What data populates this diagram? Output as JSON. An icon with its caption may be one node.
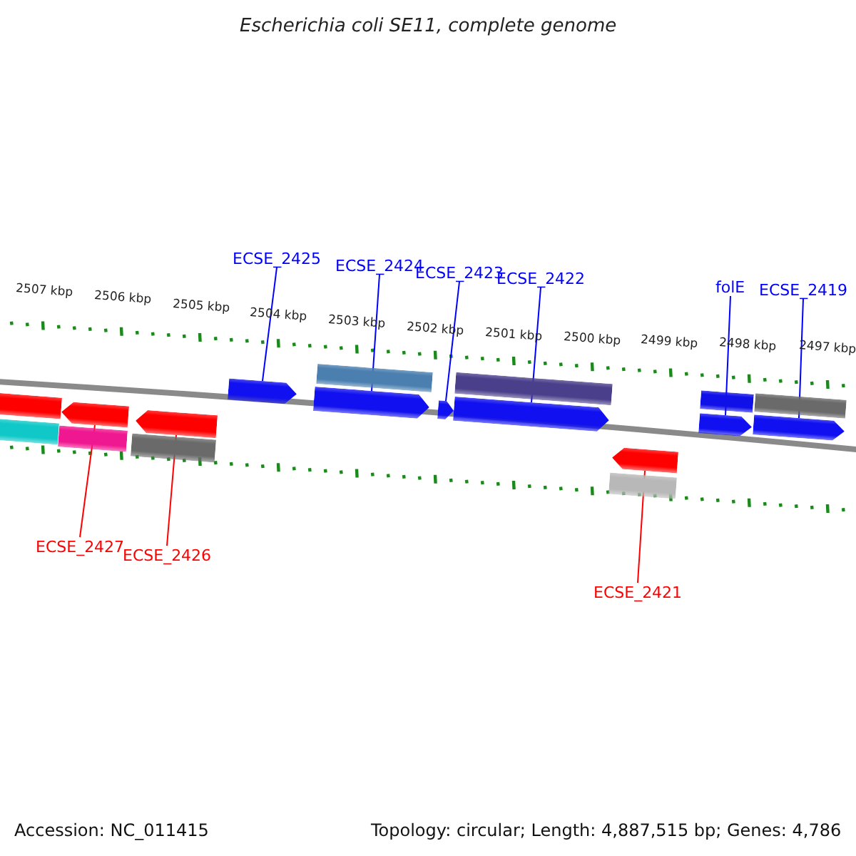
{
  "diagram": {
    "title": "Escherichia coli SE11, complete genome",
    "nodes": [
      {
        "text": [
          "ECSE_2425"
        ]
      },
      {
        "text": [
          "ECSE_2424"
        ]
      },
      {
        "text": [
          "ECSE_2423"
        ]
      },
      {
        "text": [
          "ECSE_2422"
        ]
      },
      {
        "text": [
          "folE"
        ]
      },
      {
        "text": [
          "ECSE_2419"
        ]
      },
      {
        "text": [
          "ECSE_2427"
        ]
      },
      {
        "text": [
          "ECSE_2426"
        ]
      },
      {
        "text": [
          "ECSE_2421"
        ]
      },
      {
        "text": [],
        "shape": "bar"
      },
      {
        "text": [],
        "shape": "bar"
      },
      {
        "text": [],
        "shape": "bar"
      },
      {
        "text": [],
        "shape": "arrow"
      },
      {
        "text": [],
        "shape": "bar"
      },
      {
        "text": [],
        "shape": "arrow"
      },
      {
        "text": [],
        "shape": "arrow"
      },
      {
        "text": [],
        "shape": "arrow"
      },
      {
        "text": [],
        "shape": "bar"
      },
      {
        "text": [],
        "shape": "arrow"
      },
      {
        "text": [],
        "shape": "arrow"
      },
      {
        "text": [],
        "shape": "bar"
      },
      {
        "text": [],
        "shape": "bar"
      },
      {
        "text": [],
        "shape": "arrow"
      },
      {
        "text": [],
        "shape": "arrow"
      },
      {
        "text": [],
        "shape": "bar"
      },
      {
        "text": [],
        "shape": "arrow"
      },
      {
        "text": [],
        "shape": "bar"
      }
    ],
    "edges": [
      {
        "from": 0,
        "to": 15,
        "arrow": "none"
      },
      {
        "from": 1,
        "to": 16,
        "arrow": "none"
      },
      {
        "from": 2,
        "to": 18,
        "arrow": "none"
      },
      {
        "from": 3,
        "to": 19,
        "arrow": "none"
      },
      {
        "from": 4,
        "to": 23,
        "arrow": "none"
      },
      {
        "from": 5,
        "to": 25,
        "arrow": "none"
      },
      {
        "from": 6,
        "to": 12,
        "arrow": "none",
        "color": "#ff0000"
      },
      {
        "from": 7,
        "to": 14,
        "arrow": "none",
        "color": "#ff0000"
      },
      {
        "from": 8,
        "to": 22,
        "arrow": "none",
        "color": "#ff0000"
      }
    ],
    "labels": [
      "2507 kbp",
      "2506 kbp",
      "2505 kbp",
      "2504 kbp",
      "2503 kbp",
      "2502 kbp",
      "2501 kbp",
      "2500 kbp",
      "2499 kbp",
      "2498 kbp",
      "2497 kbp",
      "Accession: NC_011415",
      "Topology: circular; Length: 4,887,515 bp; Genes: 4,786"
    ]
  }
}
